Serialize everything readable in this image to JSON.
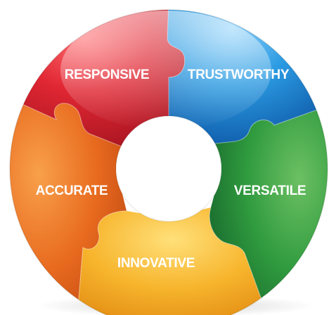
{
  "diagram": {
    "segments": [
      {
        "id": "responsive",
        "label": "RESPONSIVE",
        "color": "#d0202e"
      },
      {
        "id": "trustworthy",
        "label": "TRUSTWORTHY",
        "color": "#1f86d2"
      },
      {
        "id": "versatile",
        "label": "VERSATILE",
        "color": "#2f9a3e"
      },
      {
        "id": "innovative",
        "label": "INNOVATIVE",
        "color": "#f6b62c"
      },
      {
        "id": "accurate",
        "label": "ACCURATE",
        "color": "#e5671e"
      }
    ],
    "center_color": "#ffffff"
  }
}
